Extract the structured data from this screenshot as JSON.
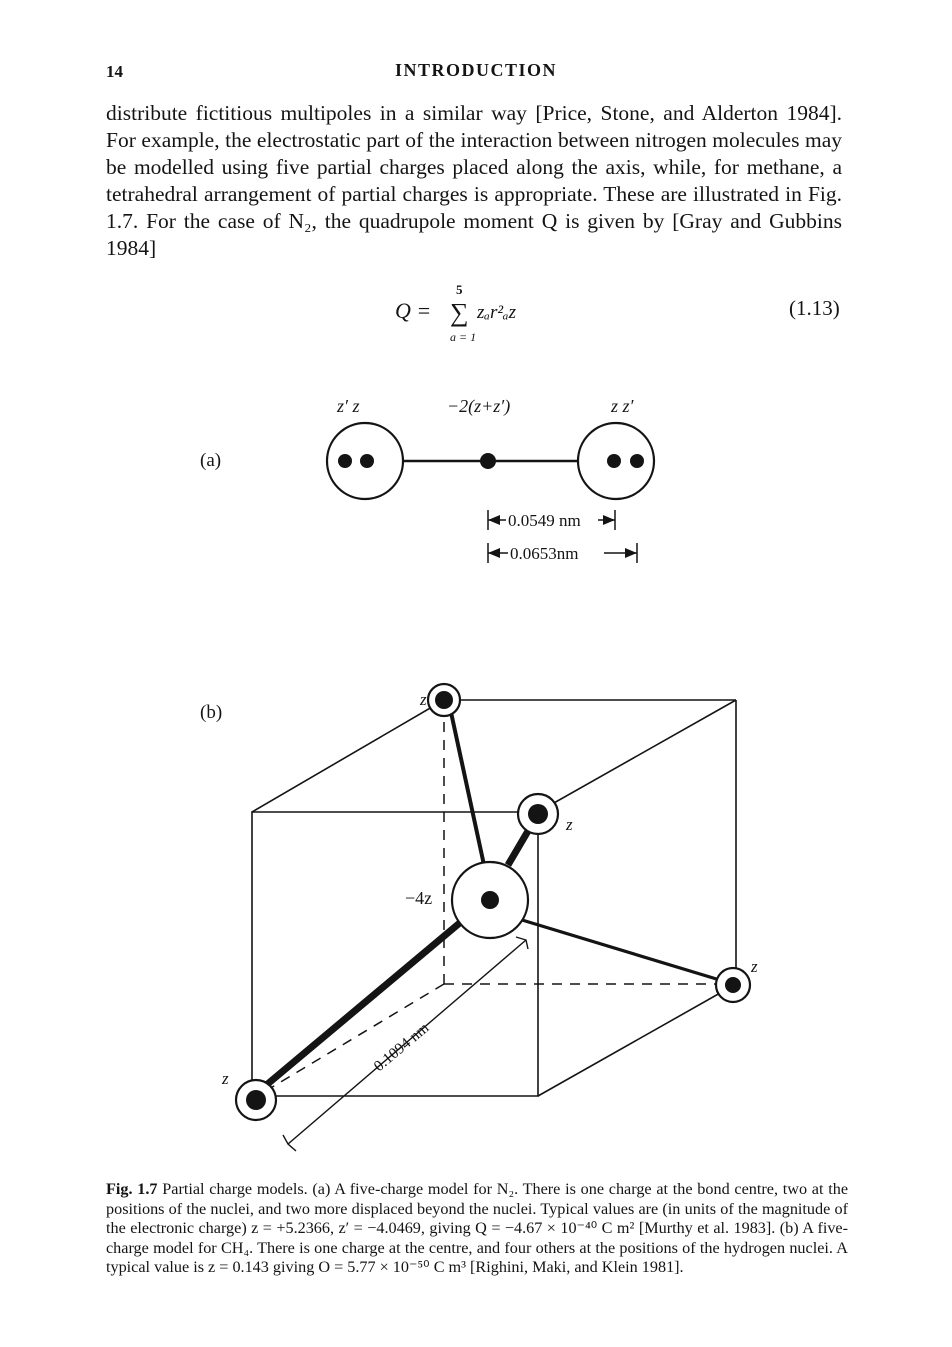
{
  "header": {
    "page_number": "14",
    "running_title": "INTRODUCTION"
  },
  "body": {
    "paragraph": "distribute fictitious multipoles in a similar way [Price, Stone, and Alderton 1984]. For example, the electrostatic part of the interaction between nitrogen molecules may be modelled using five partial charges placed along the axis, while, for methane, a tetrahedral arrangement of partial charges is appropriate. These are illustrated in Fig. 1.7. For the case of N₂, the quadrupole moment Q is given by [Gray and Gubbins 1984]"
  },
  "equation": {
    "lhs": "Q =",
    "sum_upper": "5",
    "sum_symbol": "∑",
    "sum_lower": "a = 1",
    "rhs": "zₐr²ₐz",
    "number": "(1.13)"
  },
  "figure": {
    "panel_a": {
      "label": "(a)",
      "left_charges": "z′ z",
      "center_charge": "−2(z+z′)",
      "right_charges": "z z′",
      "dim_inner": "0.0549 nm",
      "dim_outer": "0.0653nm"
    },
    "panel_b": {
      "label": "(b)",
      "top_charge": "z",
      "center_charge": "−4z",
      "upper_right_charge": "z",
      "right_charge": "z",
      "lower_left_charge": "z",
      "bond_length": "0.1094 nm"
    }
  },
  "caption": {
    "label": "Fig. 1.7",
    "text": "Partial charge models. (a) A five-charge model for N₂. There is one charge at the bond centre, two at the positions of the nuclei, and two more displaced beyond the nuclei. Typical values are (in units of the magnitude of the electronic charge) z = +5.2366, z′ = −4.0469, giving Q = −4.67 × 10⁻⁴⁰ C m² [Murthy et al. 1983]. (b) A five-charge model for CH₄. There is one charge at the centre, and four others at the positions of the hydrogen nuclei. A typical value is z = 0.143 giving O = 5.77 × 10⁻⁵⁰ C m³ [Righini, Maki, and Klein 1981]."
  }
}
